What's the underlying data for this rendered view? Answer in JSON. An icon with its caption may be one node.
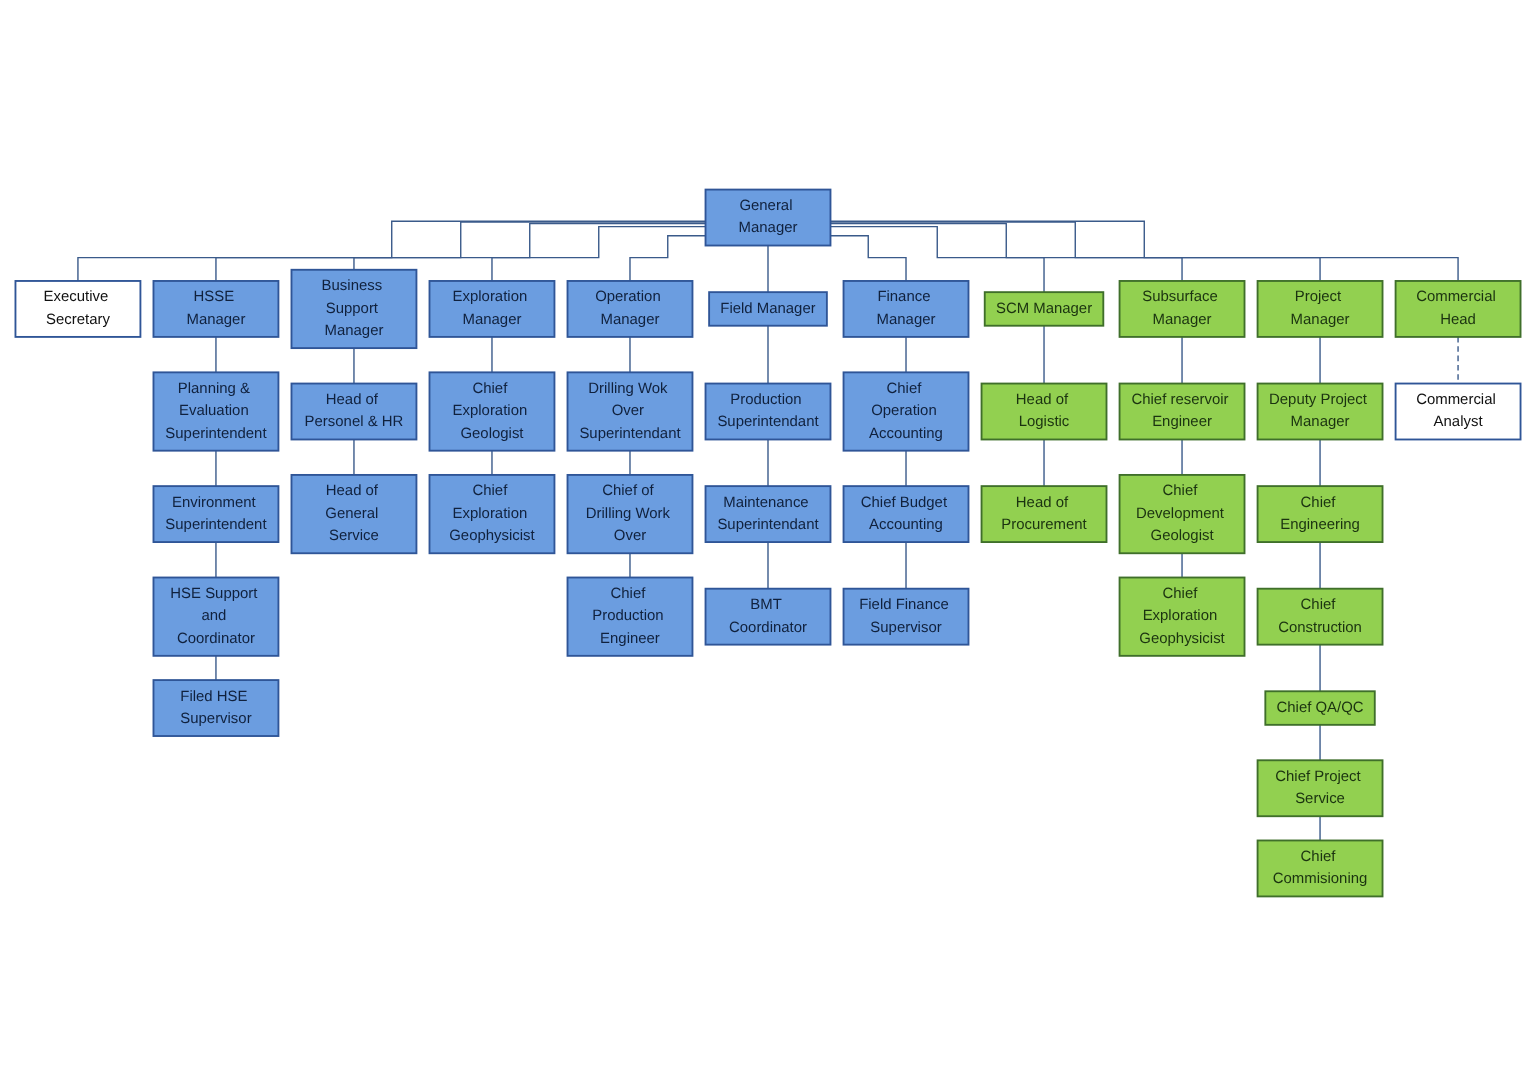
{
  "diagram": {
    "nodes": [
      {
        "text": [
          "General Manager"
        ]
      },
      {
        "text": [
          "Executive Secretary"
        ]
      },
      {
        "text": [
          "HSSE Manager"
        ]
      },
      {
        "text": [
          "Business Support Manager"
        ]
      },
      {
        "text": [
          "Exploration Manager"
        ]
      },
      {
        "text": [
          "Operation Manager"
        ]
      },
      {
        "text": [
          "Field Manager"
        ]
      },
      {
        "text": [
          "Finance Manager"
        ]
      },
      {
        "text": [
          "SCM Manager"
        ]
      },
      {
        "text": [
          "Subsurface Manager"
        ]
      },
      {
        "text": [
          "Project Manager"
        ]
      },
      {
        "text": [
          "Planning & Evaluation Superintendent"
        ]
      },
      {
        "text": [
          "Head of Personel & HR"
        ]
      },
      {
        "text": [
          "Chief Exploration Geologist"
        ]
      },
      {
        "text": [
          "Drilling Wok Over Superintendant"
        ]
      },
      {
        "text": [
          "Production Superintendant"
        ]
      },
      {
        "text": [
          "Chief Operation Accounting"
        ]
      },
      {
        "text": [
          "Head of Logistic"
        ]
      },
      {
        "text": [
          "Chief reservoir Engineer"
        ]
      },
      {
        "text": [
          "Deputy Project Manager"
        ]
      },
      {
        "text": [
          "Environment Superintendent"
        ]
      },
      {
        "text": [
          "Head of General Service"
        ]
      },
      {
        "text": [
          "Chief Exploration Geophysicist"
        ]
      },
      {
        "text": [
          "Chief of Drilling Work Over"
        ]
      },
      {
        "text": [
          "Maintenance Superintendant"
        ]
      },
      {
        "text": [
          "Chief Budget Accounting"
        ]
      },
      {
        "text": [
          "Head of Procurement"
        ]
      },
      {
        "text": [
          "Chief Development Geologist"
        ]
      },
      {
        "text": [
          "Chief Engineering"
        ]
      },
      {
        "text": [
          "HSE Support and Coordinator"
        ]
      },
      {
        "text": [
          "Chief Production Engineer"
        ]
      },
      {
        "text": [
          "BMT Coordinator"
        ]
      },
      {
        "text": [
          "Field Finance Supervisor"
        ]
      },
      {
        "text": [
          "Chief Exploration Geophysicist"
        ]
      },
      {
        "text": [
          "Chief Construction"
        ]
      },
      {
        "text": [
          "Filed HSE Supervisor"
        ]
      },
      {
        "text": [
          "Commercial Head"
        ]
      },
      {
        "text": [
          "Chief QA/QC"
        ]
      },
      {
        "text": [
          "Chief Project Service"
        ]
      },
      {
        "text": [
          "Commercial Analyst"
        ]
      },
      {
        "text": [
          "Chief Commisioning"
        ]
      }
    ],
    "edges": [
      {
        "from": 0,
        "to": 1,
        "arrow": "none"
      },
      {
        "from": 0,
        "to": 2,
        "arrow": "none"
      },
      {
        "from": 0,
        "to": 3,
        "arrow": "none"
      },
      {
        "from": 0,
        "to": 4,
        "arrow": "none"
      },
      {
        "from": 0,
        "to": 5,
        "arrow": "none"
      },
      {
        "from": 0,
        "to": 6,
        "arrow": "none"
      },
      {
        "from": 0,
        "to": 7,
        "arrow": "none"
      },
      {
        "from": 0,
        "to": 8,
        "arrow": "none"
      },
      {
        "from": 0,
        "to": 9,
        "arrow": "none"
      },
      {
        "from": 0,
        "to": 10,
        "arrow": "none"
      },
      {
        "from": 0,
        "to": 36,
        "arrow": "none"
      },
      {
        "from": 2,
        "to": 11,
        "arrow": "none"
      },
      {
        "from": 11,
        "to": 20,
        "arrow": "none"
      },
      {
        "from": 20,
        "to": 29,
        "arrow": "none"
      },
      {
        "from": 29,
        "to": 35,
        "arrow": "none"
      },
      {
        "from": 3,
        "to": 12,
        "arrow": "none"
      },
      {
        "from": 12,
        "to": 21,
        "arrow": "none"
      },
      {
        "from": 4,
        "to": 13,
        "arrow": "none"
      },
      {
        "from": 13,
        "to": 22,
        "arrow": "none"
      },
      {
        "from": 5,
        "to": 14,
        "arrow": "none"
      },
      {
        "from": 14,
        "to": 23,
        "arrow": "none"
      },
      {
        "from": 23,
        "to": 30,
        "arrow": "none"
      },
      {
        "from": 6,
        "to": 15,
        "arrow": "none"
      },
      {
        "from": 15,
        "to": 24,
        "arrow": "none"
      },
      {
        "from": 24,
        "to": 31,
        "arrow": "none"
      },
      {
        "from": 7,
        "to": 16,
        "arrow": "none"
      },
      {
        "from": 16,
        "to": 25,
        "arrow": "none"
      },
      {
        "from": 25,
        "to": 32,
        "arrow": "none"
      },
      {
        "from": 8,
        "to": 17,
        "arrow": "none"
      },
      {
        "from": 17,
        "to": 26,
        "arrow": "none"
      },
      {
        "from": 9,
        "to": 18,
        "arrow": "none"
      },
      {
        "from": 18,
        "to": 27,
        "arrow": "none"
      },
      {
        "from": 27,
        "to": 33,
        "arrow": "none"
      },
      {
        "from": 10,
        "to": 19,
        "arrow": "none"
      },
      {
        "from": 19,
        "to": 28,
        "arrow": "none"
      },
      {
        "from": 28,
        "to": 34,
        "arrow": "none"
      },
      {
        "from": 34,
        "to": 37,
        "arrow": "none"
      },
      {
        "from": 37,
        "to": 38,
        "arrow": "none"
      },
      {
        "from": 38,
        "to": 40,
        "arrow": "none"
      },
      {
        "from": 36,
        "to": 39,
        "arrow": "none",
        "style": "dashed"
      }
    ]
  }
}
